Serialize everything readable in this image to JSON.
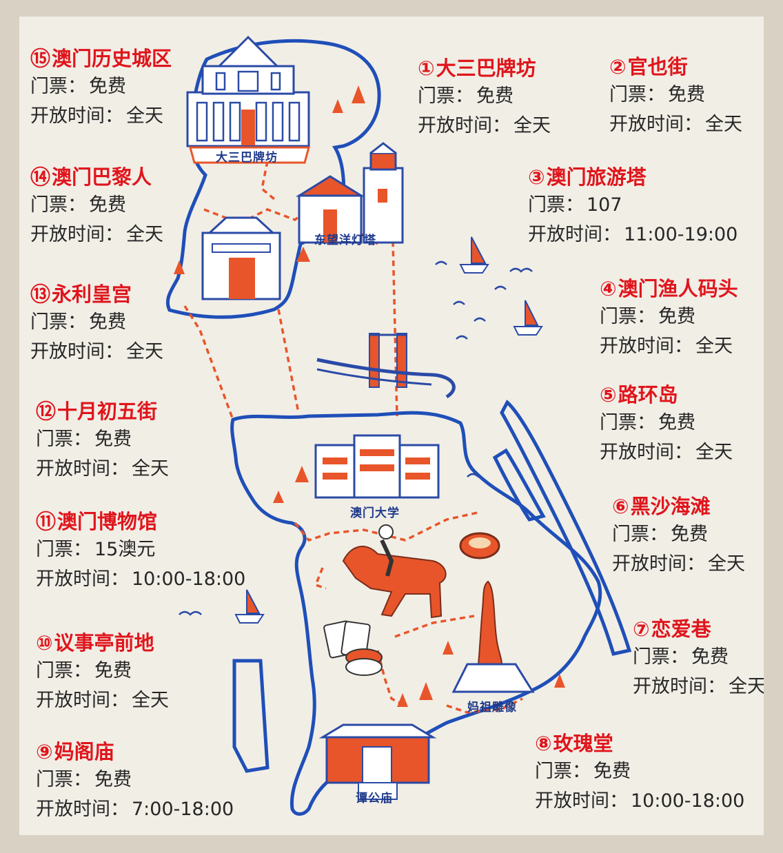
{
  "pois": [
    {
      "num": "⑮",
      "name": "澳门历史城区",
      "ticket_label": "门票：",
      "ticket": "免费",
      "hours_label": "开放时间：",
      "hours": "全天"
    },
    {
      "num": "①",
      "name": "大三巴牌坊",
      "ticket_label": "门票：",
      "ticket": "免费",
      "hours_label": "开放时间：",
      "hours": "全天"
    },
    {
      "num": "②",
      "name": "官也街",
      "ticket_label": "门票：",
      "ticket": "免费",
      "hours_label": "开放时间：",
      "hours": "全天"
    },
    {
      "num": "⑭",
      "name": "澳门巴黎人",
      "ticket_label": "门票：",
      "ticket": "免费",
      "hours_label": "开放时间：",
      "hours": "全天"
    },
    {
      "num": "③",
      "name": "澳门旅游塔",
      "ticket_label": "门票：",
      "ticket": "107",
      "hours_label": "开放时间：",
      "hours": "11:00-19:00"
    },
    {
      "num": "⑬",
      "name": "永利皇宫",
      "ticket_label": "门票：",
      "ticket": "免费",
      "hours_label": "开放时间：",
      "hours": "全天"
    },
    {
      "num": "④",
      "name": "澳门渔人码头",
      "ticket_label": "门票：",
      "ticket": "免费",
      "hours_label": "开放时间：",
      "hours": "全天"
    },
    {
      "num": "⑫",
      "name": "十月初五街",
      "ticket_label": "门票：",
      "ticket": "免费",
      "hours_label": "开放时间：",
      "hours": "全天"
    },
    {
      "num": "⑤",
      "name": "路环岛",
      "ticket_label": "门票：",
      "ticket": "免费",
      "hours_label": "开放时间：",
      "hours": "全天"
    },
    {
      "num": "⑥",
      "name": "黑沙海滩",
      "ticket_label": "门票：",
      "ticket": "免费",
      "hours_label": "开放时间：",
      "hours": "全天"
    },
    {
      "num": "⑪",
      "name": "澳门博物馆",
      "ticket_label": "门票：",
      "ticket": "15澳元",
      "hours_label": "开放时间：",
      "hours": "10:00-18:00"
    },
    {
      "num": "⑦",
      "name": "恋爱巷",
      "ticket_label": "门票：",
      "ticket": "免费",
      "hours_label": "开放时间：",
      "hours": "全天"
    },
    {
      "num": "⑩",
      "name": "议事亭前地",
      "ticket_label": "门票：",
      "ticket": "免费",
      "hours_label": "开放时间：",
      "hours": "全天"
    },
    {
      "num": "⑧",
      "name": "玫瑰堂",
      "ticket_label": "门票：",
      "ticket": "免费",
      "hours_label": "开放时间：",
      "hours": "10:00-18:00"
    },
    {
      "num": "⑨",
      "name": "妈阁庙",
      "ticket_label": "门票：",
      "ticket": "免费",
      "hours_label": "开放时间：",
      "hours": "7:00-18:00"
    }
  ],
  "map_labels": {
    "ruins": "大三巴牌坊",
    "lighthouse": "东望洋灯塔",
    "university": "澳门大学",
    "ama_statue": "妈祖雕像",
    "temple": "谭公庙"
  },
  "colors": {
    "title_red": "#e0151c",
    "coast_blue": "#1f4fb8",
    "building_blue": "#2a4aa6",
    "accent_orange": "#e8552a",
    "paper": "#f1eee6"
  },
  "icons": [
    "ruins-of-st-paul-icon",
    "guia-lighthouse-icon",
    "triumphal-gate-icon",
    "bridge-icon",
    "university-icon",
    "horse-rider-icon",
    "macau-egg-tart-icon",
    "playing-cards-icon",
    "poker-chips-icon",
    "a-ma-statue-icon",
    "temple-icon",
    "sailboat-icon",
    "tree-icon",
    "wave-icon"
  ]
}
